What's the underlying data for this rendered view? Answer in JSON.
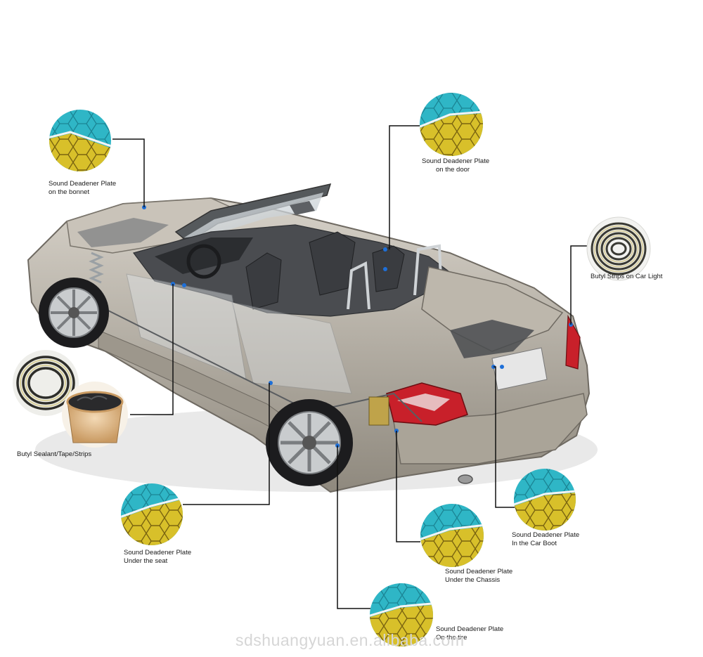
{
  "labels": {
    "bonnet": [
      "Sound Deadener Plate",
      "on the bonnet"
    ],
    "door": [
      "Sound Deadener Plate",
      "on the door"
    ],
    "car_light": [
      "Butyl Strips on Car Light"
    ],
    "butyl_sealant": [
      "Butyl Sealant/Tape/Strips"
    ],
    "seat": [
      "Sound Deadener Plate",
      "Under the seat"
    ],
    "boot": [
      "Sound Deadener Plate",
      "In the Car Boot"
    ],
    "chassis": [
      "Sound Deadener Plate",
      "Under the Chassis"
    ],
    "tire": [
      "Sound Deadener Plate",
      "On the tire"
    ]
  },
  "watermark": "sdshuangyuan.en.alibaba.com",
  "colors": {
    "foil_blue": "#2fb6c6",
    "foil_gold": "#d8c02a",
    "leader_line": "#111111",
    "car_body": "#b9b3a8",
    "tail_light": "#c8202a"
  },
  "icons": {
    "deadener_plate": "hexagon-foil-circle",
    "butyl_roll": "coiled-strip-circle",
    "sealant_tub": "paper-tub"
  }
}
